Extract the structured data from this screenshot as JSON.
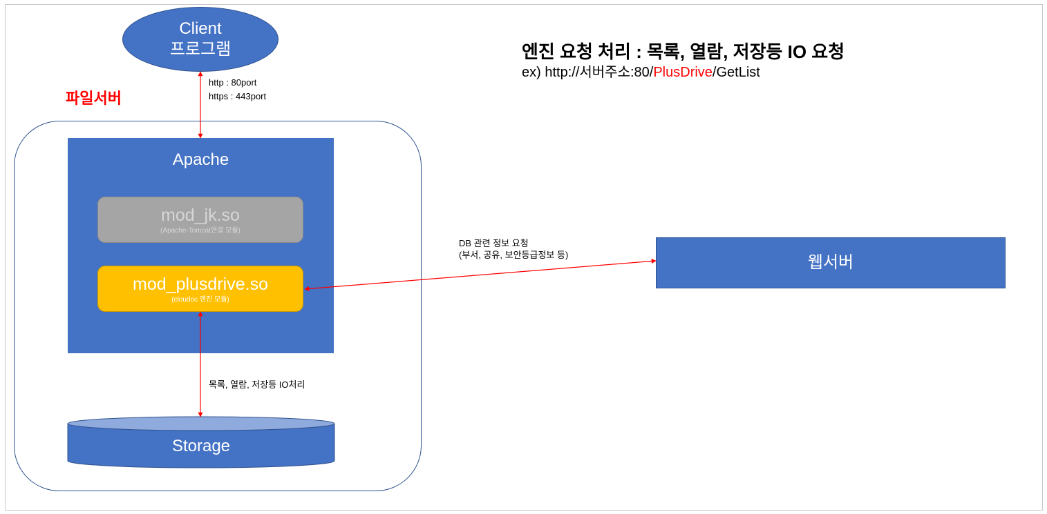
{
  "title": {
    "main": "엔진 요청 처리 : 목록, 열람, 저장등 IO 요청",
    "example_prefix": "ex) http://서버주소:80/",
    "example_highlight": "PlusDrive",
    "example_suffix": "/GetList"
  },
  "client": {
    "line1": "Client",
    "line2": "프로그램"
  },
  "client_connection": {
    "line1": "http : 80port",
    "line2": "https : 443port"
  },
  "file_server": {
    "label": "파일서버",
    "apache": {
      "title": "Apache",
      "modules": [
        {
          "name": "mod_jk.so",
          "desc": "(Apache-Tomcat연결 모듈)"
        },
        {
          "name": "mod_plusdrive.so",
          "desc": "(cloudoc 엔진 모듈)"
        }
      ]
    },
    "storage_connection": "목록, 열람, 저장등 IO처리",
    "storage": "Storage"
  },
  "web_connection": {
    "line1": "DB 관련 정보 요청",
    "line2": "(부서, 공유, 보안등급정보 등)"
  },
  "web_server": {
    "label": "웹서버"
  },
  "colors": {
    "node_fill": "#4472C4",
    "node_border": "#2F528F",
    "storage_top": "#8FAADC",
    "module_inactive": "#A5A5A5",
    "module_active": "#FFC000",
    "connector": "#FF0000",
    "accent_text": "#FF0000"
  }
}
